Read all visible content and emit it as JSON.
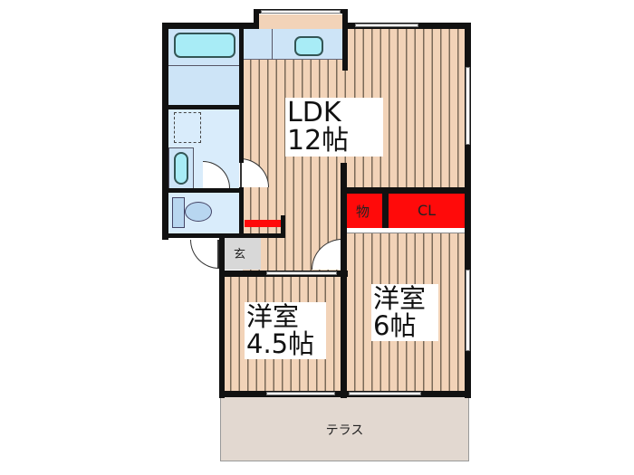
{
  "floor_plan": {
    "rooms": [
      {
        "id": "ldk",
        "name": "LDK",
        "size": "12帖"
      },
      {
        "id": "western_small",
        "name": "洋室",
        "size": "4.5帖"
      },
      {
        "id": "western_large",
        "name": "洋室",
        "size": "6帖"
      },
      {
        "id": "storage",
        "name": "物"
      },
      {
        "id": "closet",
        "name": "CL"
      },
      {
        "id": "entrance",
        "name": "玄"
      },
      {
        "id": "terrace",
        "name": "テラス"
      }
    ],
    "colors": {
      "flooring": "#f2d3b8",
      "wet_area": "#cde4f7",
      "storage": "#ff0a0a",
      "terrace": "#e2d8d0",
      "entrance": "#d8d8d8",
      "wall": "#111111"
    }
  }
}
